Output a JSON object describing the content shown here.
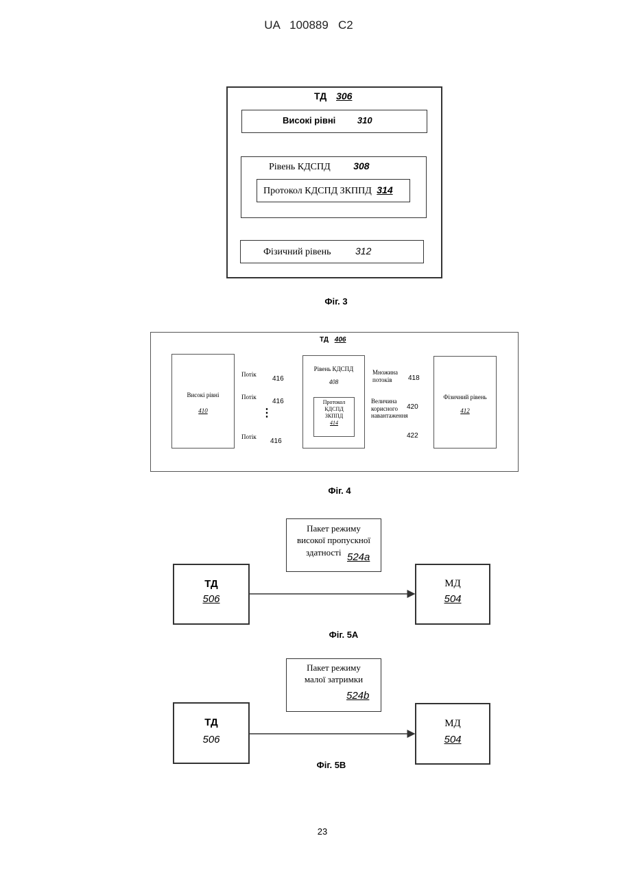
{
  "header": {
    "patent_number": "UA   100889   C2"
  },
  "fig3": {
    "caption": "Фіг. 3",
    "outer": {
      "label": "ТД",
      "ref": "306"
    },
    "upper": {
      "label": "Високі рівні",
      "ref": "310"
    },
    "middle": {
      "label": "Рівень КДСПД",
      "ref": "308"
    },
    "protocol": {
      "label": "Протокол КДСПД ЗКППД",
      "ref": "314"
    },
    "physical": {
      "label": "Фізичний рівень",
      "ref": "312"
    }
  },
  "fig4": {
    "caption": "Фіг. 4",
    "outer": {
      "label": "ТД",
      "ref": "406"
    },
    "upper": {
      "label": "Високі рівні",
      "ref": "410"
    },
    "middle": {
      "label": "Рівень КДСПД",
      "ref": "408"
    },
    "protocol": {
      "line1": "Протокол",
      "line2": "КДСПД",
      "line3": "ЗКППД",
      "ref": "414"
    },
    "physical": {
      "label": "Фізичний рівень",
      "ref": "412"
    },
    "stream_label": "Потік",
    "stream_ref": "416",
    "ellipsis": "⋮",
    "stream_set": {
      "line1": "Множина",
      "line2": "потоків",
      "ref": "418"
    },
    "payload": {
      "line1": "Величина",
      "line2": "корисного",
      "line3": "навантаження",
      "ref": "420"
    },
    "arrow_ref": "422"
  },
  "fig5a": {
    "caption": "Фіг. 5А",
    "packet": {
      "line1": "Пакет режиму",
      "line2": "високої пропускної",
      "line3": "здатності",
      "ref": "524a"
    },
    "td": {
      "label": "ТД",
      "ref": "506"
    },
    "md": {
      "label": "МД",
      "ref": "504"
    }
  },
  "fig5b": {
    "caption": "Фіг. 5В",
    "packet": {
      "line1": "Пакет режиму",
      "line2": "малої затримки",
      "ref": "524b"
    },
    "td": {
      "label": "ТД",
      "ref": "506"
    },
    "md": {
      "label": "МД",
      "ref": "504"
    }
  },
  "footer": {
    "page_number": "23"
  }
}
